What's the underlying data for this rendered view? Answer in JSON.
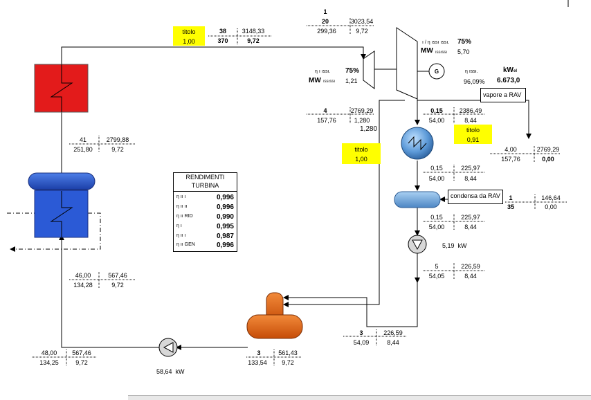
{
  "colors": {
    "boiler": "#e31b1b",
    "reheater": "#2852c8",
    "drum": "#2b5ad6",
    "deaerator": "#e06010",
    "condenser": "#6aa6dc",
    "hotwell": "#6aa6dc",
    "highlight": "#ffff00"
  },
  "icons": {
    "boiler": "heat-exchanger-coil-icon",
    "reheater": "heat-exchanger-coil-icon",
    "turbine": "turbine-icon",
    "generator": "generator-icon",
    "condenser": "condenser-coil-icon",
    "pump": "pump-triangle-icon"
  },
  "turbine_inlet": {
    "titolo_label": "titolo",
    "titolo_value": "1,00",
    "p": "38",
    "h": "3148,33",
    "t": "370",
    "m": "9,72"
  },
  "turbine_top": {
    "node": "1",
    "p": "20",
    "h": "3023,54",
    "t": "299,36",
    "m": "9,72"
  },
  "turbine_params": {
    "eta_hp_label": "η  ı  ıssı.",
    "eta_hp_value": "75%",
    "mw_hp_label": "MW",
    "mw_hp_sub": "ıssıssı",
    "mw_hp_value": "1,21",
    "eta_lp_label": "ı  / η  ıssı ıssı.",
    "eta_lp_value": "75%",
    "mw_lp_label": "MW",
    "mw_lp_sub": "ıssıssı",
    "mw_lp_value": "5,70",
    "eta_gen_label": "η  ıssı.",
    "eta_gen_value": "96,09%",
    "kwel_label": "kW",
    "kwel_sub": "el",
    "kwel_value": "6.673,0",
    "generator_label": "G"
  },
  "bleed_4": {
    "node": "4",
    "h": "2769,29",
    "t": "157,76",
    "m": "1,280",
    "m_big": "1,280"
  },
  "exhaust": {
    "p": "0,15",
    "h": "2386,49",
    "t": "54,00",
    "m": "8,44",
    "titolo_label": "titolo",
    "titolo_value": "0,91"
  },
  "vapore_rav": {
    "label": "vapore a RAV",
    "p": "4,00",
    "h": "2769,29",
    "t": "157,76",
    "m": "0,00"
  },
  "titolo_bleed": {
    "label": "titolo",
    "value": "1,00"
  },
  "condenser_out": {
    "p": "0,15",
    "h": "225,97",
    "t": "54,00",
    "m": "8,44"
  },
  "condensa_rav": {
    "label": "condensa da RAV",
    "node": "1",
    "h": "146,64",
    "p": "35",
    "m": "0,00"
  },
  "hotwell_out": {
    "p": "0,15",
    "h": "225,97",
    "t": "54,00",
    "m": "8,44"
  },
  "cond_pump": {
    "power_value": "5,19",
    "power_unit": "kW"
  },
  "node_5": {
    "node": "5",
    "h": "226,59",
    "t": "54,05",
    "m": "8,44"
  },
  "node_3_upper": {
    "node": "3",
    "h": "226,59",
    "t": "54,09",
    "m": "8,44"
  },
  "deaerator_out": {
    "node": "3",
    "h": "561,43",
    "t": "133,54",
    "m": "9,72"
  },
  "feed_pump": {
    "power_value": "58,64",
    "power_unit": "kW",
    "p": "48,00",
    "h": "567,46",
    "t": "134,25",
    "m": "9,72"
  },
  "eco_in": {
    "p": "46,00",
    "h": "567,46",
    "t": "134,28",
    "m": "9,72"
  },
  "boiler_drum": {
    "p": "41",
    "h": "2799,88",
    "t": "251,80",
    "m": "9,72"
  },
  "rendimenti": {
    "title_line1": "RENDIMENTI",
    "title_line2": "TURBINA",
    "rows": [
      {
        "symbol": "η ıı ı",
        "value": "0,996"
      },
      {
        "symbol": "η ıı ıı",
        "value": "0,996"
      },
      {
        "symbol": "η ıı RID",
        "value": "0,990"
      },
      {
        "symbol": "η ı",
        "value": "0,995"
      },
      {
        "symbol": "η ıı ı",
        "value": "0,987"
      },
      {
        "symbol": "η ıı GEN",
        "value": "0,996"
      }
    ]
  }
}
